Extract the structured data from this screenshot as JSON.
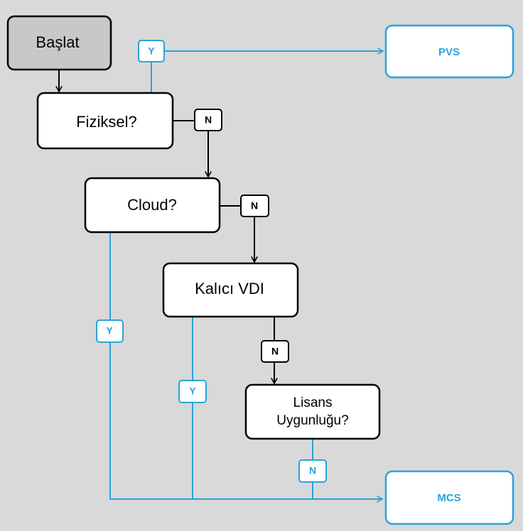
{
  "nodes": {
    "start": {
      "label": "Başlat"
    },
    "physical": {
      "label": "Fiziksel?"
    },
    "cloud": {
      "label": "Cloud?"
    },
    "persistent_vdi": {
      "label": "Kalıcı VDI"
    },
    "license": {
      "label_line1": "Lisans",
      "label_line2": "Uygunluğu?"
    },
    "pvs": {
      "label": "PVS"
    },
    "mcs": {
      "label": "MCS"
    }
  },
  "edge_labels": {
    "physical_yes": "Y",
    "physical_no": "N",
    "cloud_yes": "Y",
    "cloud_no": "N",
    "vdi_yes": "Y",
    "vdi_no": "N",
    "license_no": "N"
  },
  "colors": {
    "accent": "#29a3dc",
    "start_fill": "#c8c8c8",
    "background": "#d9d9d9"
  }
}
